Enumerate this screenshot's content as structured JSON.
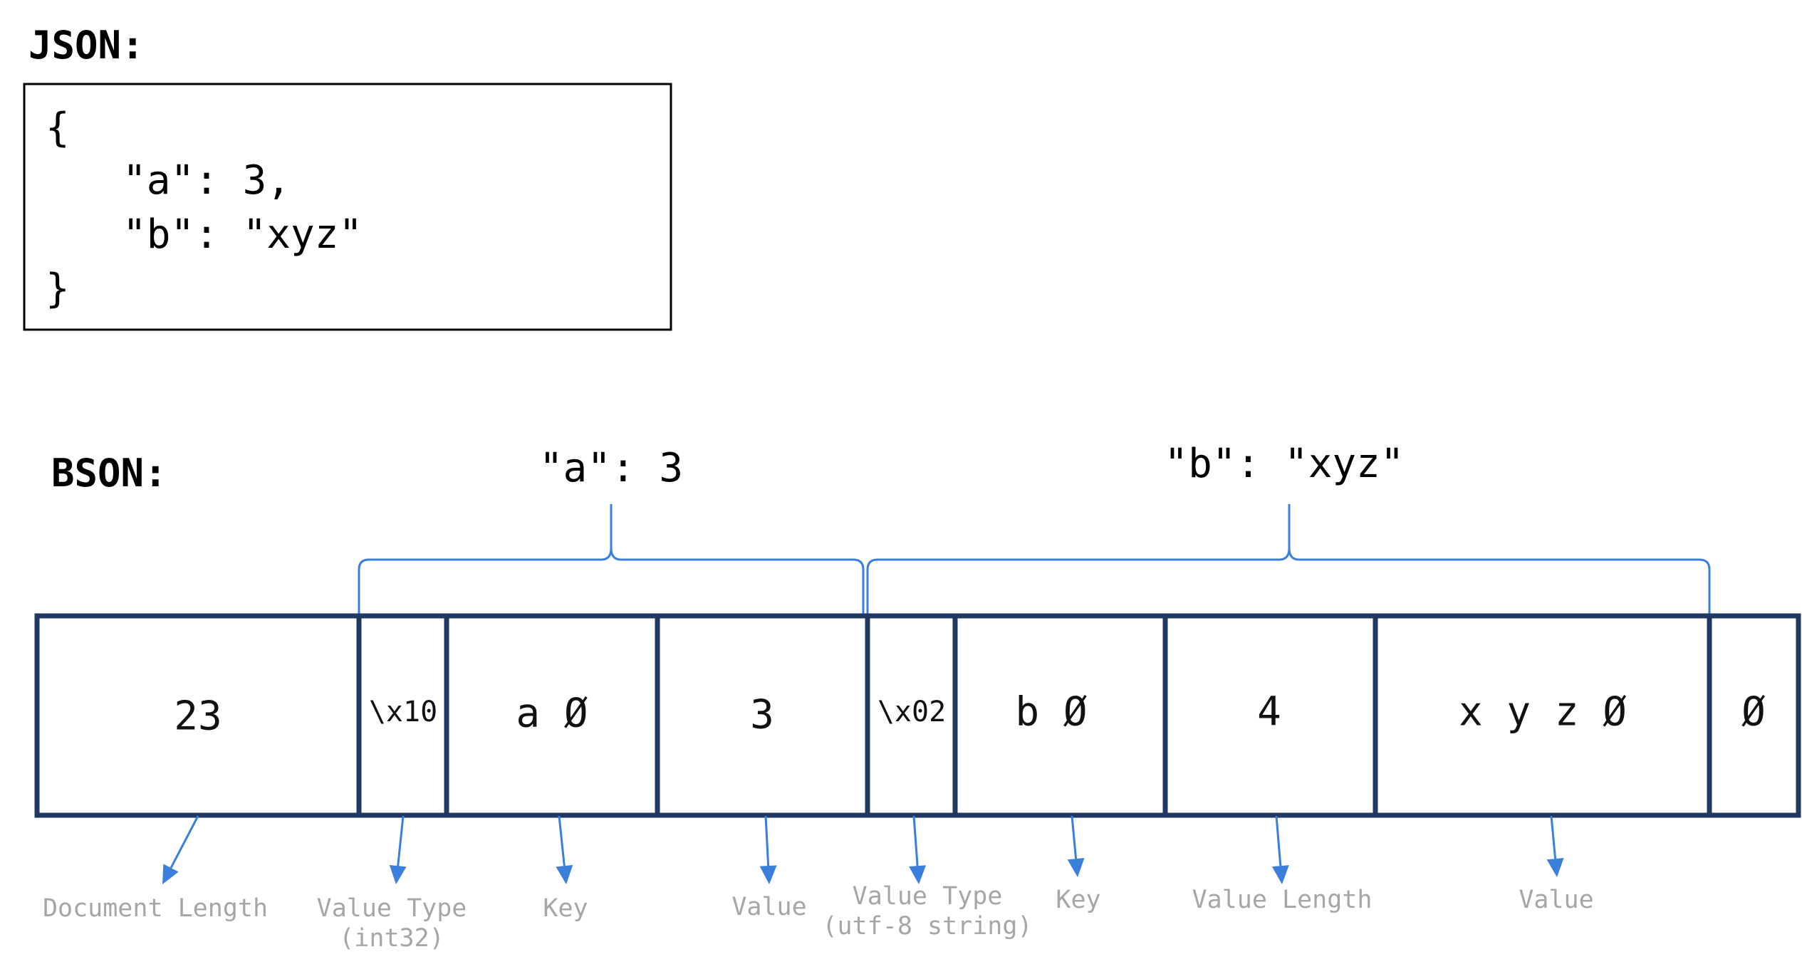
{
  "json_section": {
    "heading": "JSON:",
    "lines": [
      "{",
      "\"a\": 3,",
      "\"b\": \"xyz\"",
      "}"
    ]
  },
  "bson_section": {
    "heading": "BSON:",
    "groups": [
      {
        "label": "\"a\": 3"
      },
      {
        "label": "\"b\": \"xyz\""
      }
    ],
    "cells": [
      {
        "text": "23"
      },
      {
        "text": "\\x10"
      },
      {
        "text": "a Ø"
      },
      {
        "text": "3"
      },
      {
        "text": "\\x02"
      },
      {
        "text": "b Ø"
      },
      {
        "text": "4"
      },
      {
        "text": "x y z Ø"
      },
      {
        "text": "Ø"
      }
    ],
    "captions": [
      {
        "lines": [
          "Document Length"
        ]
      },
      {
        "lines": [
          "Value Type",
          "(int32)"
        ]
      },
      {
        "lines": [
          "Key"
        ]
      },
      {
        "lines": [
          "Value"
        ]
      },
      {
        "lines": [
          "Value Type",
          "(utf-8 string)"
        ]
      },
      {
        "lines": [
          "Key"
        ]
      },
      {
        "lines": [
          "Value Length"
        ]
      },
      {
        "lines": [
          "Value"
        ]
      }
    ]
  },
  "colors": {
    "cell_border": "#1f3864",
    "annotation": "#3b7fdc",
    "caption_text": "#a6a6a6"
  }
}
